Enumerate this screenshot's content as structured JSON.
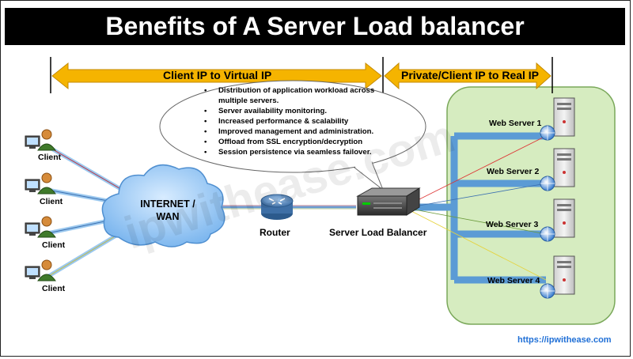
{
  "title": "Benefits of A Server Load balancer",
  "arrows": {
    "left_label": "Client IP to Virtual IP",
    "right_label": "Private/Client IP to Real IP"
  },
  "benefits": [
    "Distribution of application workload across multiple servers.",
    "Server availability monitoring.",
    "Increased performance & scalability",
    "Improved management and administration.",
    "Offload from SSL encryption/decryption",
    "Session persistence via seamless failover."
  ],
  "clients": [
    "Client",
    "Client",
    "Client",
    "Client"
  ],
  "cloud_label": "INTERNET / WAN",
  "router_label": "Router",
  "load_balancer_label": "Server Load Balancer",
  "servers": [
    "Web Server 1",
    "Web Server 2",
    "Web Server 3",
    "Web Server 4"
  ],
  "watermark": "ipwithease.com",
  "footer_url": "https://ipwithease.com",
  "colors": {
    "arrow_fill": "#f5b400",
    "server_zone_fill": "#d6ecc0",
    "link_blue": "#5b9bd5",
    "title_bg": "#000000",
    "footer_blue": "#1f6fd6"
  }
}
